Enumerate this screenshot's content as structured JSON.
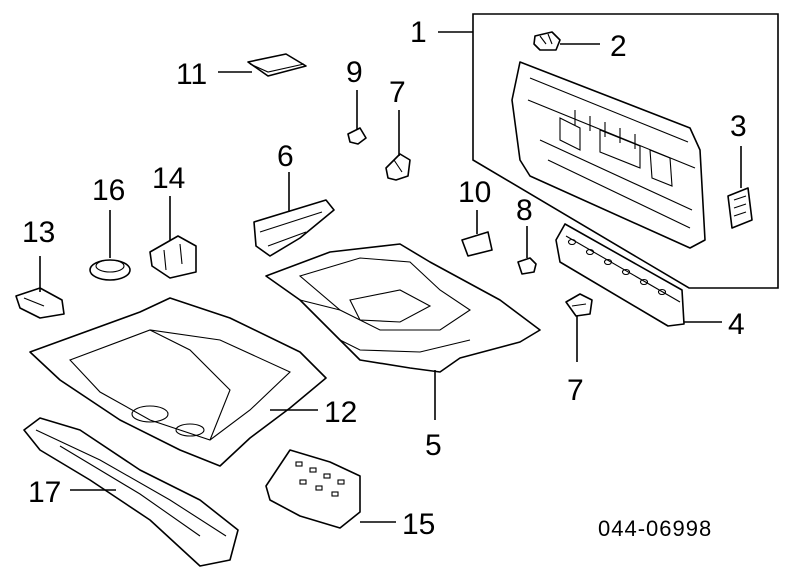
{
  "callouts": [
    "1",
    "2",
    "3",
    "4",
    "5",
    "6",
    "7",
    "7",
    "8",
    "9",
    "10",
    "11",
    "12",
    "13",
    "14",
    "15",
    "16",
    "17"
  ],
  "diagram_code": "044-06998",
  "colors": {
    "line": "#000000",
    "background": "#ffffff"
  }
}
